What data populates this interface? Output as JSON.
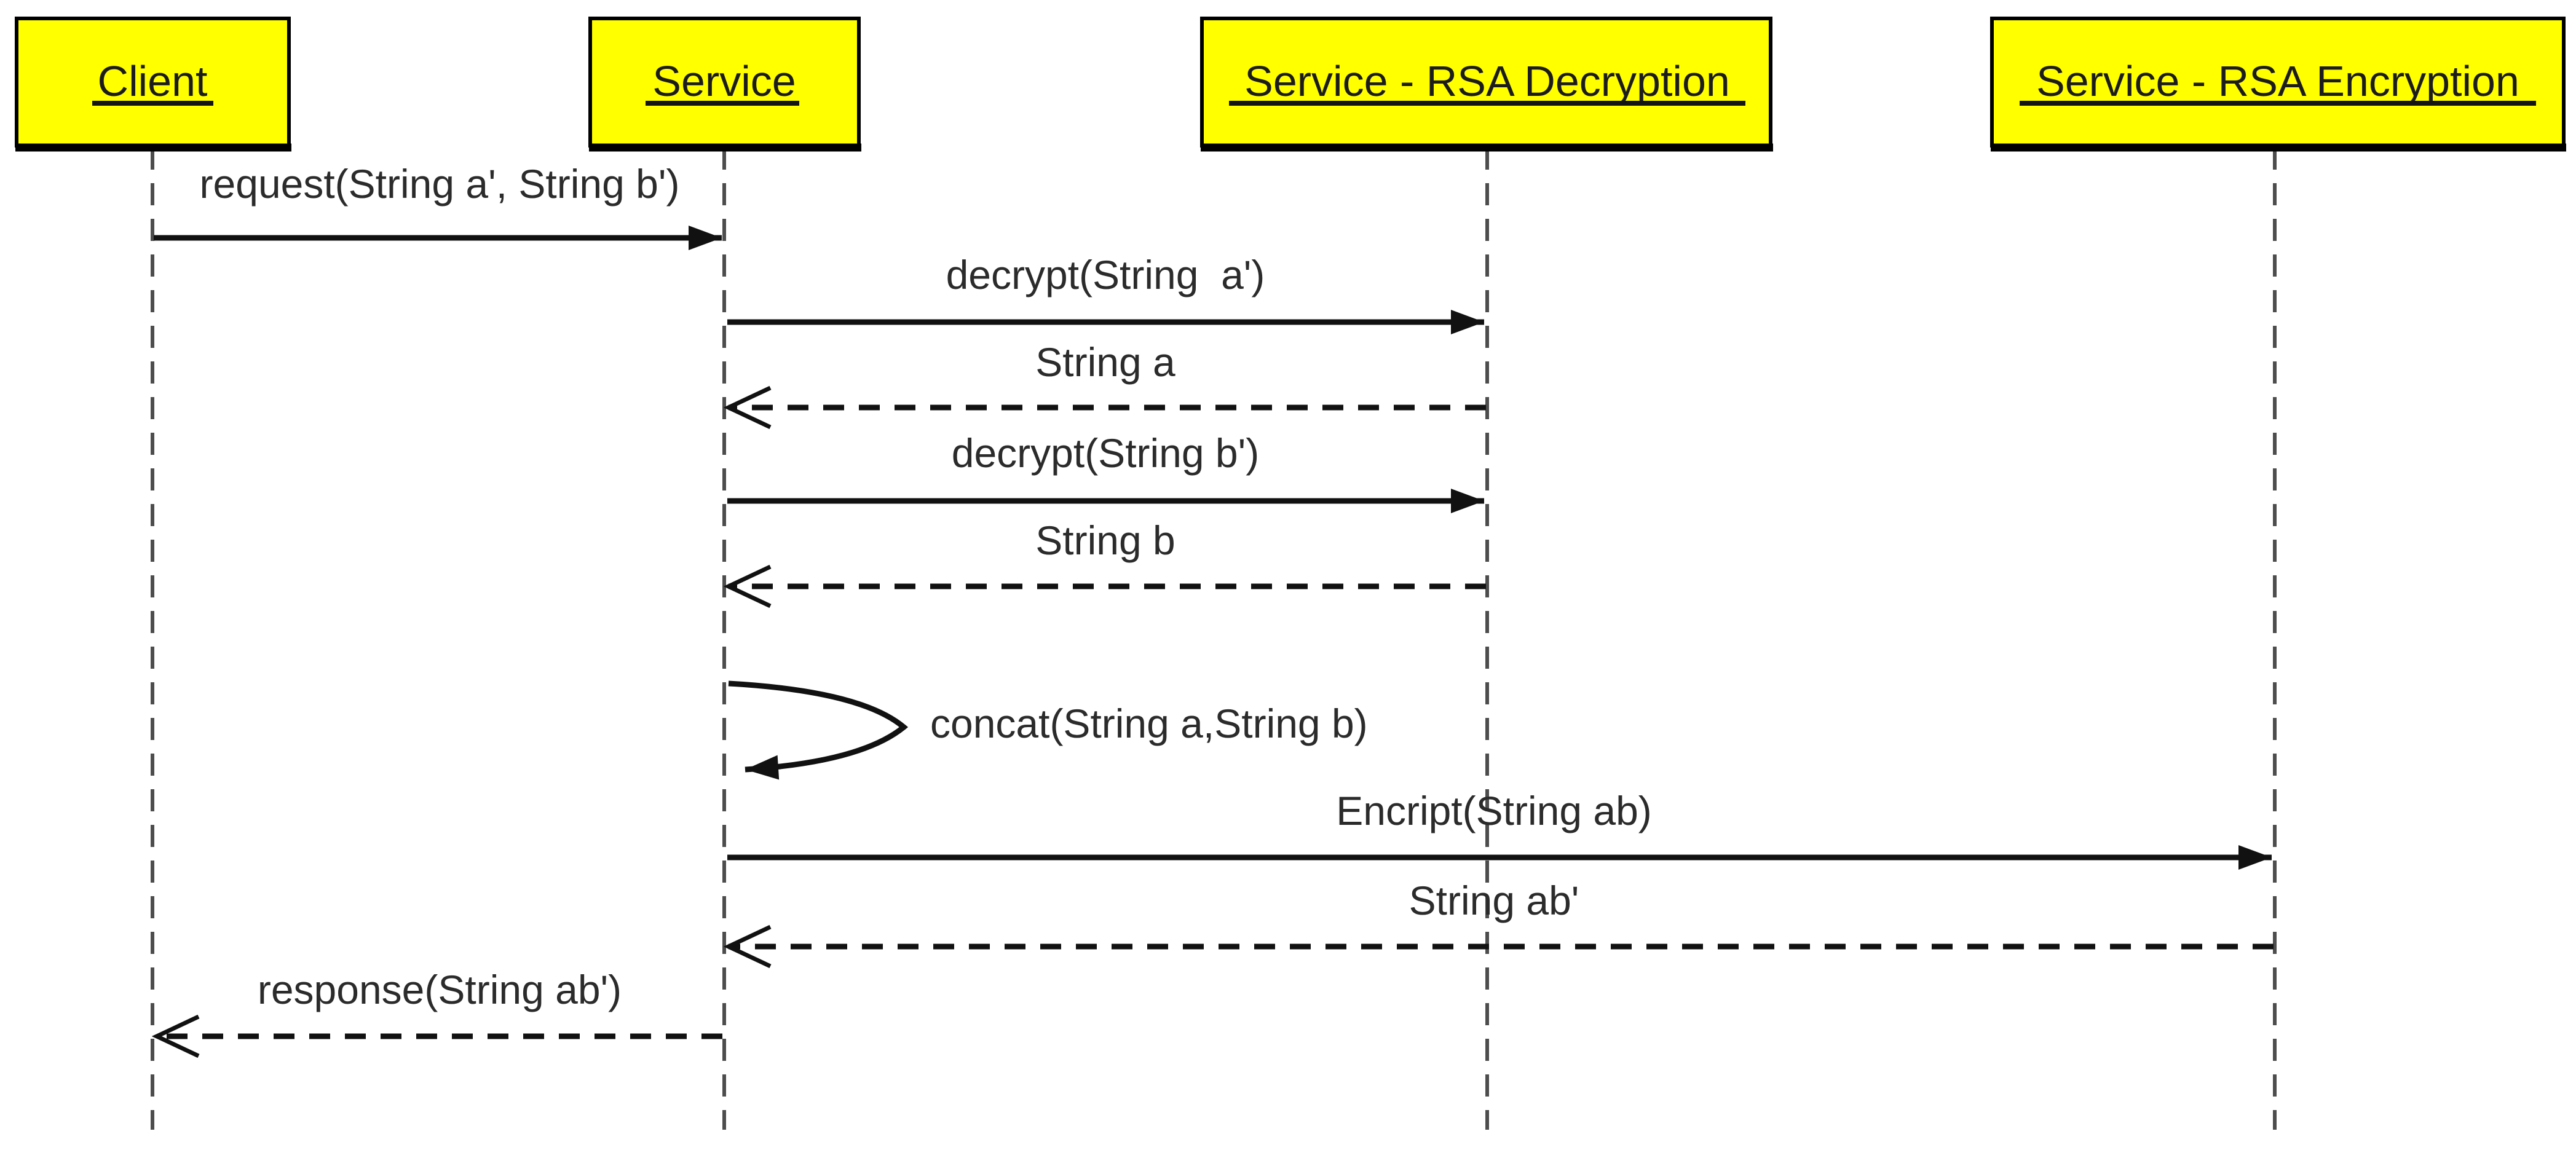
{
  "diagram": {
    "type": "uml-sequence-diagram",
    "colors": {
      "actor_fill": "#ffff00",
      "actor_border": "#000000",
      "message_line": "#111111",
      "lifeline": "#4d4d4d",
      "background": "#ffffff"
    },
    "actors": [
      {
        "label": "Client"
      },
      {
        "label": "Service"
      },
      {
        "label": "Service - RSA Decryption"
      },
      {
        "label": "Service - RSA Encryption"
      }
    ],
    "messages": [
      {
        "label": "request(String a', String b')",
        "from": "Client",
        "to": "Service",
        "kind": "call",
        "line": "solid"
      },
      {
        "label": "decrypt(String  a')",
        "from": "Service",
        "to": "Service - RSA Decryption",
        "kind": "call",
        "line": "solid"
      },
      {
        "label": "String a",
        "from": "Service - RSA Decryption",
        "to": "Service",
        "kind": "return",
        "line": "dashed"
      },
      {
        "label": "decrypt(String b')",
        "from": "Service",
        "to": "Service - RSA Decryption",
        "kind": "call",
        "line": "solid"
      },
      {
        "label": "String b",
        "from": "Service - RSA Decryption",
        "to": "Service",
        "kind": "return",
        "line": "dashed"
      },
      {
        "label": "concat(String a,String b)",
        "from": "Service",
        "to": "Service",
        "kind": "self-call",
        "line": "solid"
      },
      {
        "label": "Encript(String ab)",
        "from": "Service",
        "to": "Service - RSA Encryption",
        "kind": "call",
        "line": "solid"
      },
      {
        "label": "String ab'",
        "from": "Service - RSA Encryption",
        "to": "Service",
        "kind": "return",
        "line": "dashed"
      },
      {
        "label": "response(String ab')",
        "from": "Service",
        "to": "Client",
        "kind": "return",
        "line": "dashed"
      }
    ]
  }
}
